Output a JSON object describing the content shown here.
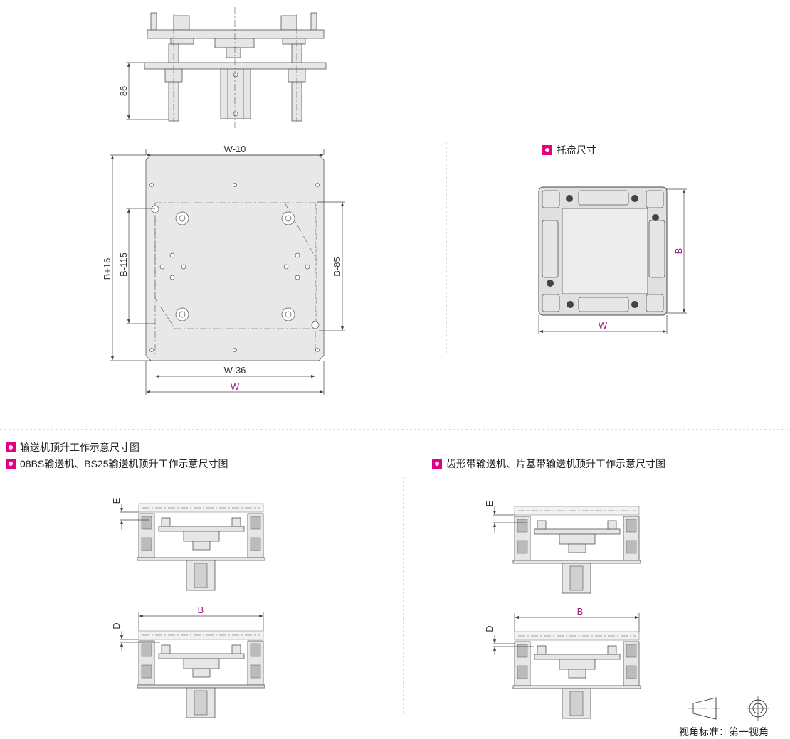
{
  "top_view": {
    "dim_height": "86"
  },
  "plate_plan": {
    "dim_top": "W-10",
    "dim_left_outer": "B+16",
    "dim_left_inner": "B-115",
    "dim_right": "B-85",
    "dim_bottom_inner": "W-36",
    "dim_bottom_outer": "W"
  },
  "tray": {
    "title": "托盘尺寸",
    "dim_height": "B",
    "dim_width": "W"
  },
  "sections": {
    "main_title": "输送机顶升工作示意尺寸图",
    "left_title": "08BS输送机、BS25输送机顶升工作示意尺寸图",
    "right_title": "齿形带输送机、片基带输送机顶升工作示意尺寸图"
  },
  "section_dims": {
    "e": "E",
    "d": "D",
    "b": "B"
  },
  "projection": {
    "label": "视角标准：第一视角"
  },
  "colors": {
    "accent": "#e4007f",
    "dim_highlight": "#a0207f"
  }
}
